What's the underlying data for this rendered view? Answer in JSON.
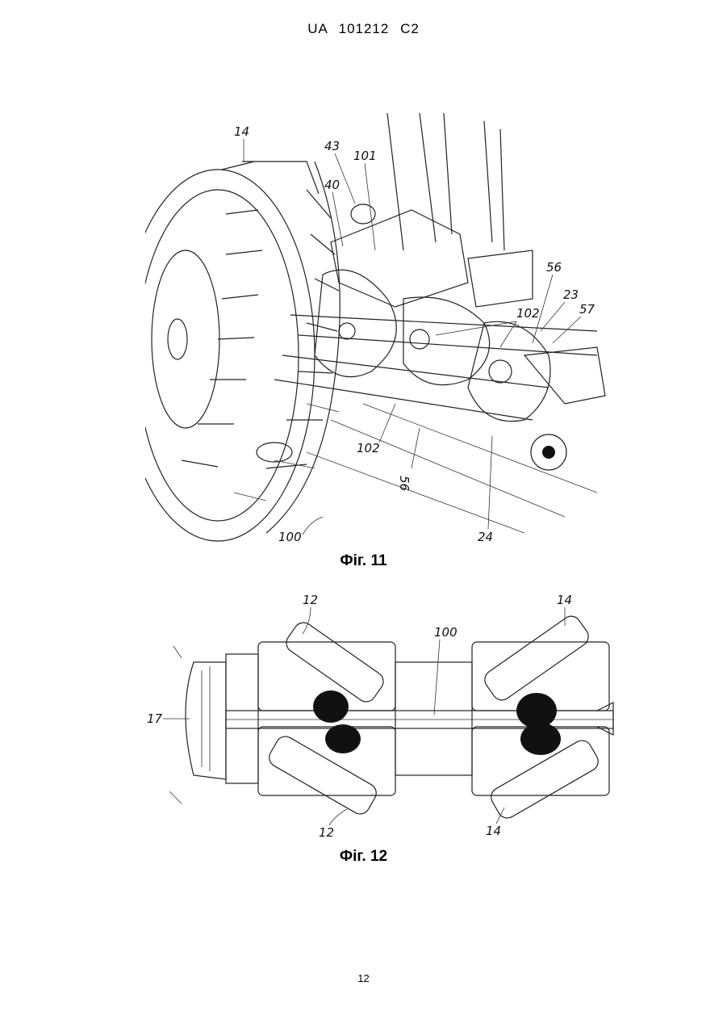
{
  "header": {
    "country": "UA",
    "number": "101212",
    "kind": "C2"
  },
  "figures": [
    {
      "caption": "Фіг. 11",
      "labels": [
        "14",
        "43",
        "101",
        "40",
        "56",
        "23",
        "57",
        "102",
        "102",
        "56",
        "100",
        "24"
      ]
    },
    {
      "caption": "Фіг. 12",
      "labels": [
        "12",
        "100",
        "14",
        "17",
        "12",
        "14"
      ]
    }
  ],
  "page_number": "12"
}
